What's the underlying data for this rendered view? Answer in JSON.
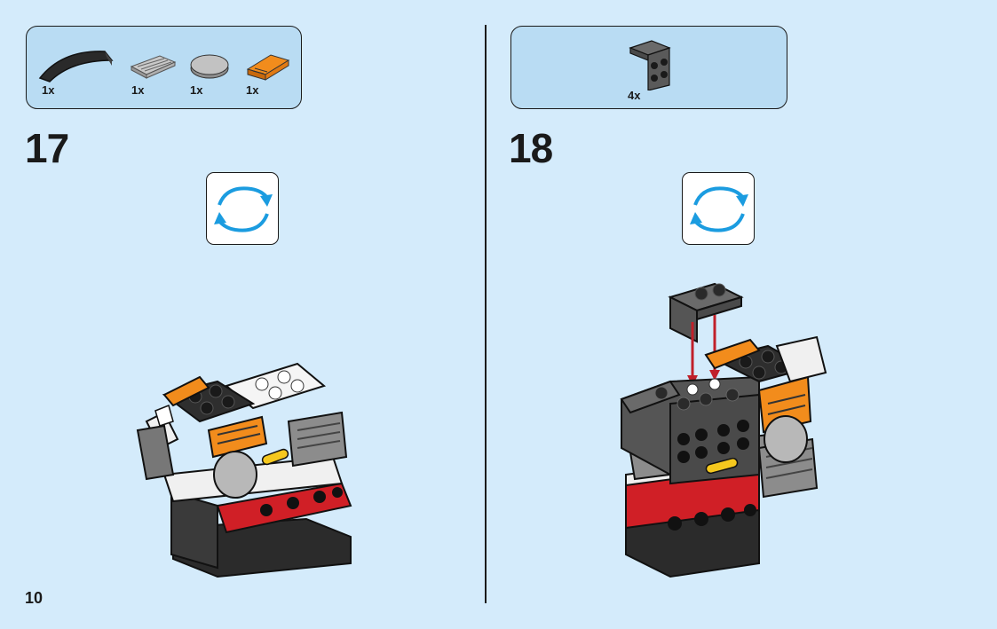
{
  "page": {
    "number": "10"
  },
  "steps": [
    {
      "number": "17",
      "parts": [
        {
          "icon": "curved-slope-black-brick",
          "qty": "1x"
        },
        {
          "icon": "grille-tile-gray",
          "qty": "1x"
        },
        {
          "icon": "round-tile-gray",
          "qty": "1x"
        },
        {
          "icon": "slope-orange-printed",
          "qty": "1x"
        }
      ],
      "action": "rotate-model-icon"
    },
    {
      "number": "18",
      "parts": [
        {
          "icon": "bracket-plate-dark-gray",
          "qty": "4x"
        }
      ],
      "action": "rotate-model-icon"
    }
  ],
  "colors": {
    "background": "#d4ebfb",
    "parts_panel": "#b9dcf3",
    "rotate_arrow": "#1b9ce0",
    "placement_arrow": "#c0202a"
  }
}
